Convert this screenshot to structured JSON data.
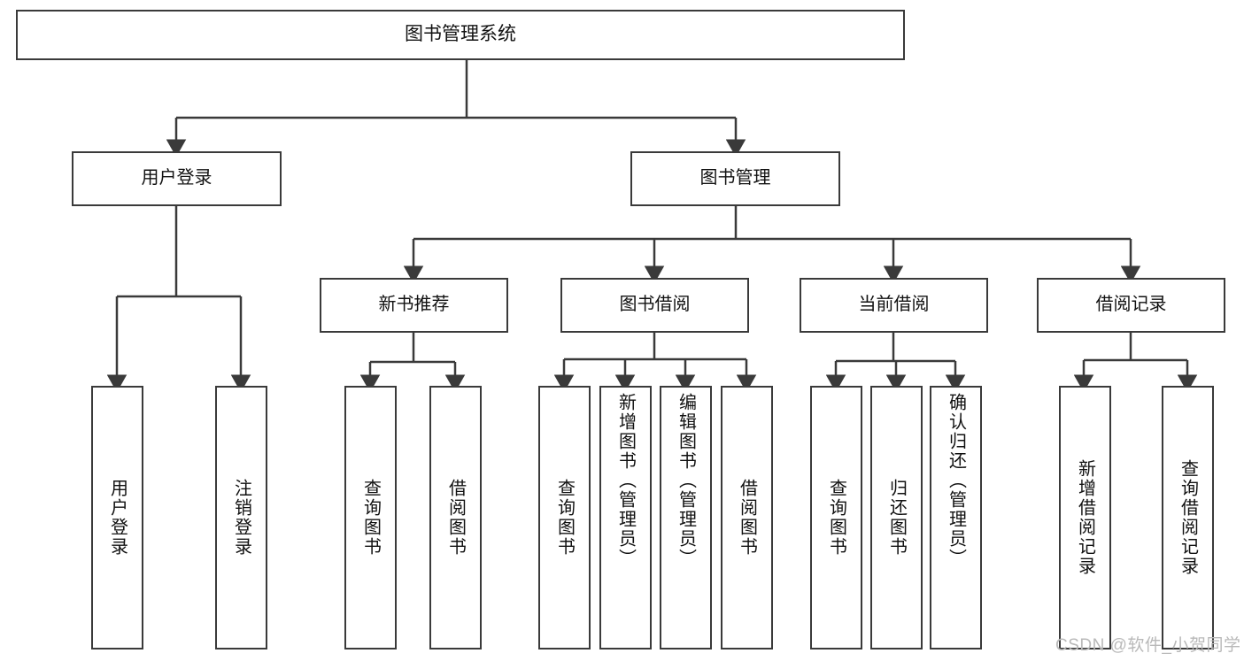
{
  "diagram": {
    "type": "tree-hierarchy",
    "title": "图书管理系统",
    "root": {
      "label": "图书管理系统"
    },
    "level2": [
      {
        "label": "用户登录"
      },
      {
        "label": "图书管理"
      }
    ],
    "level3": [
      {
        "label": "新书推荐"
      },
      {
        "label": "图书借阅"
      },
      {
        "label": "当前借阅"
      },
      {
        "label": "借阅记录"
      }
    ],
    "leaves": {
      "user_login": [
        {
          "label": "用户登录"
        },
        {
          "label": "注销登录"
        }
      ],
      "new_book_recommend": [
        {
          "label": "查询图书"
        },
        {
          "label": "借阅图书"
        }
      ],
      "book_borrow": [
        {
          "label": "查询图书"
        },
        {
          "label": "新增图书（管理员）"
        },
        {
          "label": "编辑图书（管理员）"
        },
        {
          "label": "借阅图书"
        }
      ],
      "current_borrow": [
        {
          "label": "查询图书"
        },
        {
          "label": "归还图书"
        },
        {
          "label": "确认归还（管理员）"
        }
      ],
      "borrow_record": [
        {
          "label": "新增借阅记录"
        },
        {
          "label": "查询借阅记录"
        }
      ]
    },
    "watermark": "CSDN @软件_小贺同学",
    "colors": {
      "stroke": "#3a3a3a",
      "background": "#ffffff",
      "text": "#111111",
      "watermark": "#b9b9b9"
    }
  }
}
